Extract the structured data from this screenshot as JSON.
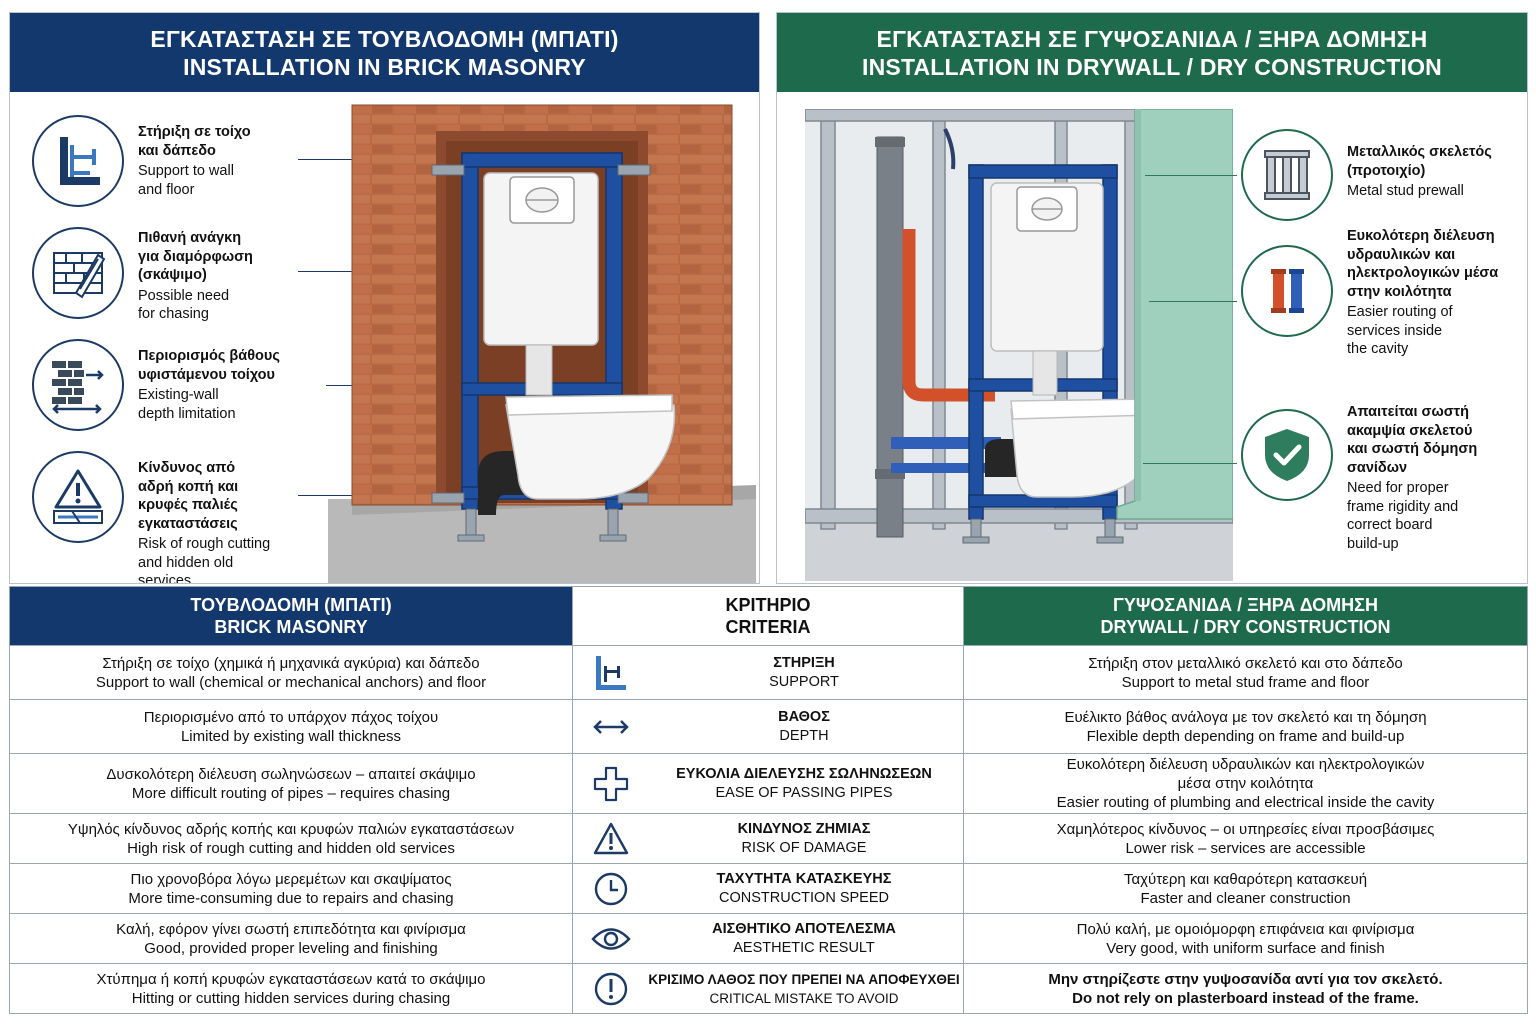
{
  "left_panel": {
    "title_gr": "ΕΓΚΑΤΑΣΤΑΣΗ ΣΕ ΤΟΥΒΛΟΔΟΜΗ (ΜΠΑΤΙ)",
    "title_en": "INSTALLATION IN BRICK MASONRY",
    "features": [
      {
        "gr": "Στήριξη σε τοίχο\nκαι δάπεδο",
        "en": "Support to wall\nand floor",
        "icon": "wall-floor-support-icon"
      },
      {
        "gr": "Πιθανή ανάγκη\nγια διαμόρφωση\n(σκάψιμο)",
        "en": "Possible need\nfor chasing",
        "icon": "wall-chasing-icon"
      },
      {
        "gr": "Περιορισμός βάθους\nυφιστάμενου τοίχου",
        "en": "Existing-wall\ndepth limitation",
        "icon": "wall-depth-icon"
      },
      {
        "gr": "Κίνδυνος από\nαδρή κοπή και\nκρυφές παλιές\nεγκαταστάσεις",
        "en": "Risk of rough cutting\nand hidden old\nservices",
        "icon": "warning-pipes-icon"
      }
    ]
  },
  "right_panel": {
    "title_gr": "ΕΓΚΑΤΑΣΤΑΣΗ ΣΕ ΓΥΨΟΣΑΝΙΔΑ / ΞΗΡΑ ΔΟΜΗΣΗ",
    "title_en": "INSTALLATION IN DRYWALL / DRY CONSTRUCTION",
    "features": [
      {
        "gr": "Μεταλλικός σκελετός\n(προτοιχίο)",
        "en": "Metal stud prewall",
        "icon": "metal-stud-icon"
      },
      {
        "gr": "Ευκολότερη διέλευση\nυδραυλικών και\nηλεκτρολογικών μέσα\nστην κοιλότητα",
        "en": "Easier routing of\nservices inside\nthe cavity",
        "icon": "pipes-icon"
      },
      {
        "gr": "Απαιτείται σωστή\nακαμψία σκελετού\nκαι σωστή δόμηση\nσανίδων",
        "en": "Need for proper\nframe rigidity and\ncorrect board\nbuild-up",
        "icon": "shield-check-icon"
      }
    ]
  },
  "table": {
    "headers": {
      "brick_gr": "ΤΟΥΒΛΟΔΟΜΗ (ΜΠΑΤΙ)",
      "brick_en": "BRICK MASONRY",
      "criteria_gr": "ΚΡΙΤΗΡΙΟ",
      "criteria_en": "CRITERIA",
      "drywall_gr": "ΓΥΨΟΣΑΝΙΔΑ / ΞΗΡΑ ΔΟΜΗΣΗ",
      "drywall_en": "DRYWALL / DRY CONSTRUCTION"
    },
    "rows": [
      {
        "icon": "support-icon",
        "brick_gr": "Στήριξη σε τοίχο (χημικά ή μηχανικά αγκύρια) και δάπεδο",
        "brick_en": "Support to wall (chemical or mechanical anchors) and floor",
        "crit_gr": "ΣΤΗΡΙΞΗ",
        "crit_en": "SUPPORT",
        "dry_gr": "Στήριξη στον μεταλλικό σκελετό και στο δάπεδο",
        "dry_en": "Support to metal stud frame and floor"
      },
      {
        "icon": "depth-arrow-icon",
        "brick_gr": "Περιορισμένο από το υπάρχον πάχος τοίχου",
        "brick_en": "Limited by existing wall thickness",
        "crit_gr": "ΒΑΘΟΣ",
        "crit_en": "DEPTH",
        "dry_gr": "Ευέλικτο βάθος ανάλογα με τον σκελετό και τη δόμηση",
        "dry_en": "Flexible depth depending on frame and build-up"
      },
      {
        "icon": "pipe-cross-icon",
        "brick_gr": "Δυσκολότερη διέλευση σωληνώσεων – απαιτεί σκάψιμο",
        "brick_en": "More difficult routing of pipes – requires chasing",
        "crit_gr": "ΕΥΚΟΛΙΑ ΔΙΕΛΕΥΣΗΣ ΣΩΛΗΝΩΣΕΩΝ",
        "crit_en": "EASE OF PASSING PIPES",
        "dry_gr": "Ευκολότερη διέλευση υδραυλικών και ηλεκτρολογικών\nμέσα στην κοιλότητα",
        "dry_en": "Easier routing of plumbing and electrical inside the cavity"
      },
      {
        "icon": "warning-icon",
        "brick_gr": "Υψηλός κίνδυνος αδρής κοπής και κρυφών παλιών εγκαταστάσεων",
        "brick_en": "High risk of rough cutting and hidden old services",
        "crit_gr": "ΚΙΝΔΥΝΟΣ ΖΗΜΙΑΣ",
        "crit_en": "RISK OF DAMAGE",
        "dry_gr": "Χαμηλότερος κίνδυνος – οι υπηρεσίες είναι προσβάσιμες",
        "dry_en": "Lower risk – services are accessible"
      },
      {
        "icon": "clock-icon",
        "brick_gr": "Πιο χρονοβόρα λόγω μερεμέτων και σκαψίματος",
        "brick_en": "More time-consuming due to repairs and chasing",
        "crit_gr": "ΤΑΧΥΤΗΤΑ ΚΑΤΑΣΚΕΥΗΣ",
        "crit_en": "CONSTRUCTION SPEED",
        "dry_gr": "Ταχύτερη και καθαρότερη κατασκευή",
        "dry_en": "Faster and cleaner construction"
      },
      {
        "icon": "eye-icon",
        "brick_gr": "Καλή, εφόρον γίνει σωστή επιπεδότητα και φινίρισμα",
        "brick_en": "Good, provided proper leveling and finishing",
        "crit_gr": "ΑΙΣΘΗΤΙΚΟ ΑΠΟΤΕΛΕΣΜΑ",
        "crit_en": "AESTHETIC RESULT",
        "dry_gr": "Πολύ καλή, με ομοιόμορφη επιφάνεια και φινίρισμα",
        "dry_en": "Very good, with uniform surface and finish"
      },
      {
        "icon": "exclamation-icon",
        "brick_gr": "Χτύπημα ή κοπή κρυφών εγκαταστάσεων κατά το σκάψιμο",
        "brick_en": "Hitting or cutting hidden services during chasing",
        "crit_gr": "ΚΡΙΣΙΜΟ ΛΑΘΟΣ ΠΟΥ ΠΡΕΠΕΙ ΝΑ ΑΠΟΦΕΥΧΘΕΙ",
        "crit_en": "CRITICAL MISTAKE TO AVOID",
        "dry_gr": "Μην στηρίζεστε στην γυψοσανίδα αντί για τον σκελετό.",
        "dry_en": "Do not rely on plasterboard instead of the frame."
      }
    ]
  },
  "colors": {
    "navy": "#12386e",
    "green": "#1e6a4c",
    "frame_blue": "#1f4fa0",
    "brick": "#b86a44",
    "pipe_red": "#d2502a"
  }
}
